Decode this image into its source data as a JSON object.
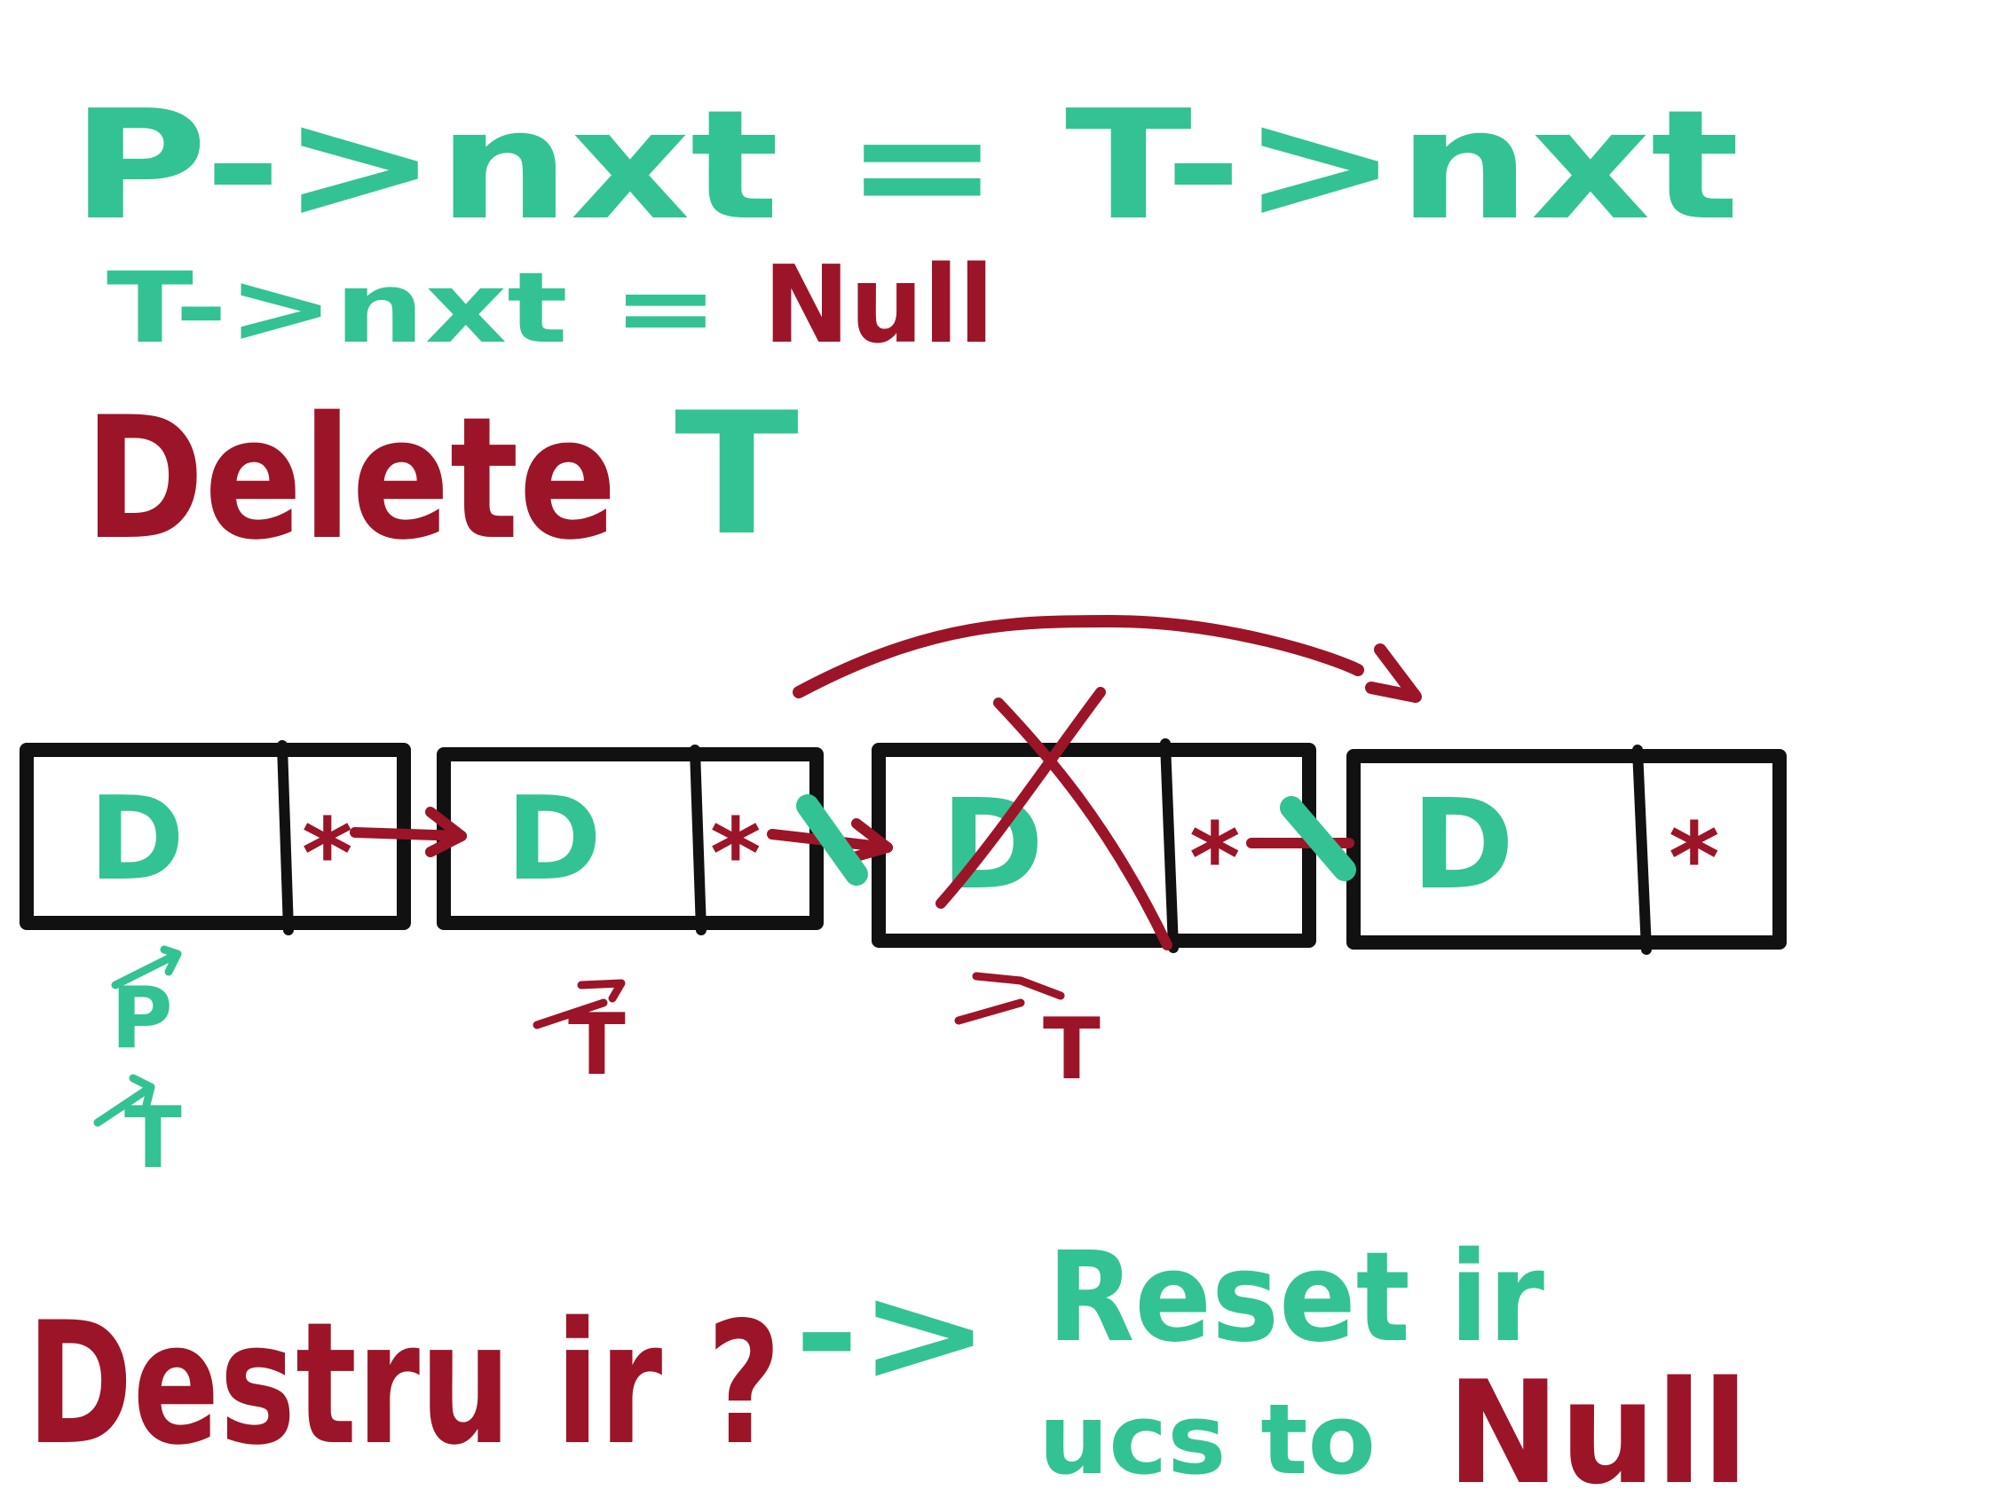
{
  "colors": {
    "green": "#33c294",
    "red": "#9c1428",
    "black": "#111111",
    "background": "#ffffff"
  },
  "notes": {
    "line1": "P->nxt = T->nxt",
    "line2_prefix": "T->nxt = ",
    "line2_null": "Null",
    "line3_delete": "Delete",
    "line3_t": "T"
  },
  "nodes": [
    {
      "data": "D",
      "pointer": "*"
    },
    {
      "data": "D",
      "pointer": "*"
    },
    {
      "data": "D",
      "pointer": "*",
      "deleted": true
    },
    {
      "data": "D",
      "pointer": "*"
    }
  ],
  "labels": {
    "node1_p": "P",
    "node1_t": "T",
    "node2_t": "T",
    "node3_t": "T"
  },
  "footer": {
    "left": "Destru ir ?",
    "arrow": "->",
    "right_top": "Reset ir",
    "right_bottom": "ucs to",
    "right_null": "Null"
  }
}
